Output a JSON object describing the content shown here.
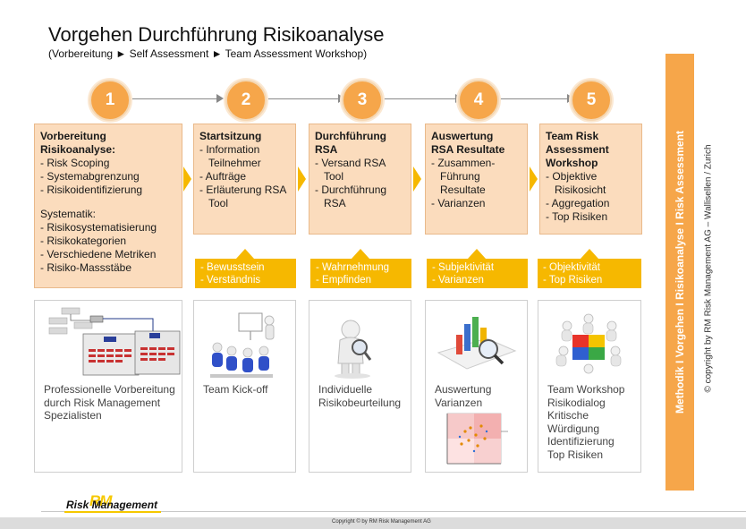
{
  "title": "Vorgehen Durchführung Risikoanalyse",
  "subtitle": "(Vorbereitung ► Self Assessment ► Team Assessment Workshop)",
  "steps": [
    {
      "number": "1",
      "head": [
        "Vorbereitung",
        "Risikoanalyse:"
      ],
      "items": [
        "- Risk Scoping",
        "- Systemabgrenzung",
        "- Risikoidentifizierung"
      ],
      "head2": "Systematik:",
      "items2": [
        "- Risikosystematisierung",
        "- Risikokategorien",
        "- Verschiedene Metriken",
        "- Risiko-Massstäbe"
      ],
      "caption": [
        "Professionelle Vorbereitung",
        "durch Risk Management",
        "Spezialisten"
      ]
    },
    {
      "number": "2",
      "head": [
        "Startsitzung"
      ],
      "items": [
        "- Information Teilnehmer",
        "- Aufträge",
        "- Erläuterung RSA Tool"
      ],
      "banner": [
        "- Bewusstsein",
        "- Verständnis"
      ],
      "caption": [
        "Team Kick-off"
      ]
    },
    {
      "number": "3",
      "head": [
        "Durchführung",
        "RSA"
      ],
      "items": [
        "- Versand RSA Tool",
        "- Durchführung RSA"
      ],
      "banner": [
        "- Wahrnehmung",
        "- Empfinden"
      ],
      "caption": [
        "Individuelle",
        "Risikobeurteilung"
      ]
    },
    {
      "number": "4",
      "head": [
        "Auswertung",
        "RSA Resultate"
      ],
      "items": [
        "- Zusammen-Führung Resultate",
        "- Varianzen"
      ],
      "banner": [
        "- Subjektivität",
        "- Varianzen"
      ],
      "caption": [
        "Auswertung",
        "Varianzen"
      ]
    },
    {
      "number": "5",
      "head": [
        "Team Risk",
        "Assessment",
        "Workshop"
      ],
      "items": [
        "- Objektive Risikosicht",
        "- Aggregation",
        "- Top Risiken"
      ],
      "banner": [
        "- Objektivität",
        "- Top Risiken"
      ],
      "caption": [
        "Team Workshop",
        "Risikodialog",
        "Kritische",
        "Würdigung",
        "Identifizierung",
        "Top Risiken"
      ]
    }
  ],
  "side_label": "Methodik I Vorgehen I Risikoanalyse I Risk Assessment",
  "copyright_vertical": "© copyright by RM Risk Management AG – Wallisellen / Zurich",
  "footer_copyright": "Copyright © by RM Risk Management AG",
  "logo": {
    "mark": "RM",
    "text": "Risk Management"
  },
  "colors": {
    "orange": "#f6a64a",
    "box_fill": "#fbdcbd",
    "banner": "#f6b800"
  }
}
